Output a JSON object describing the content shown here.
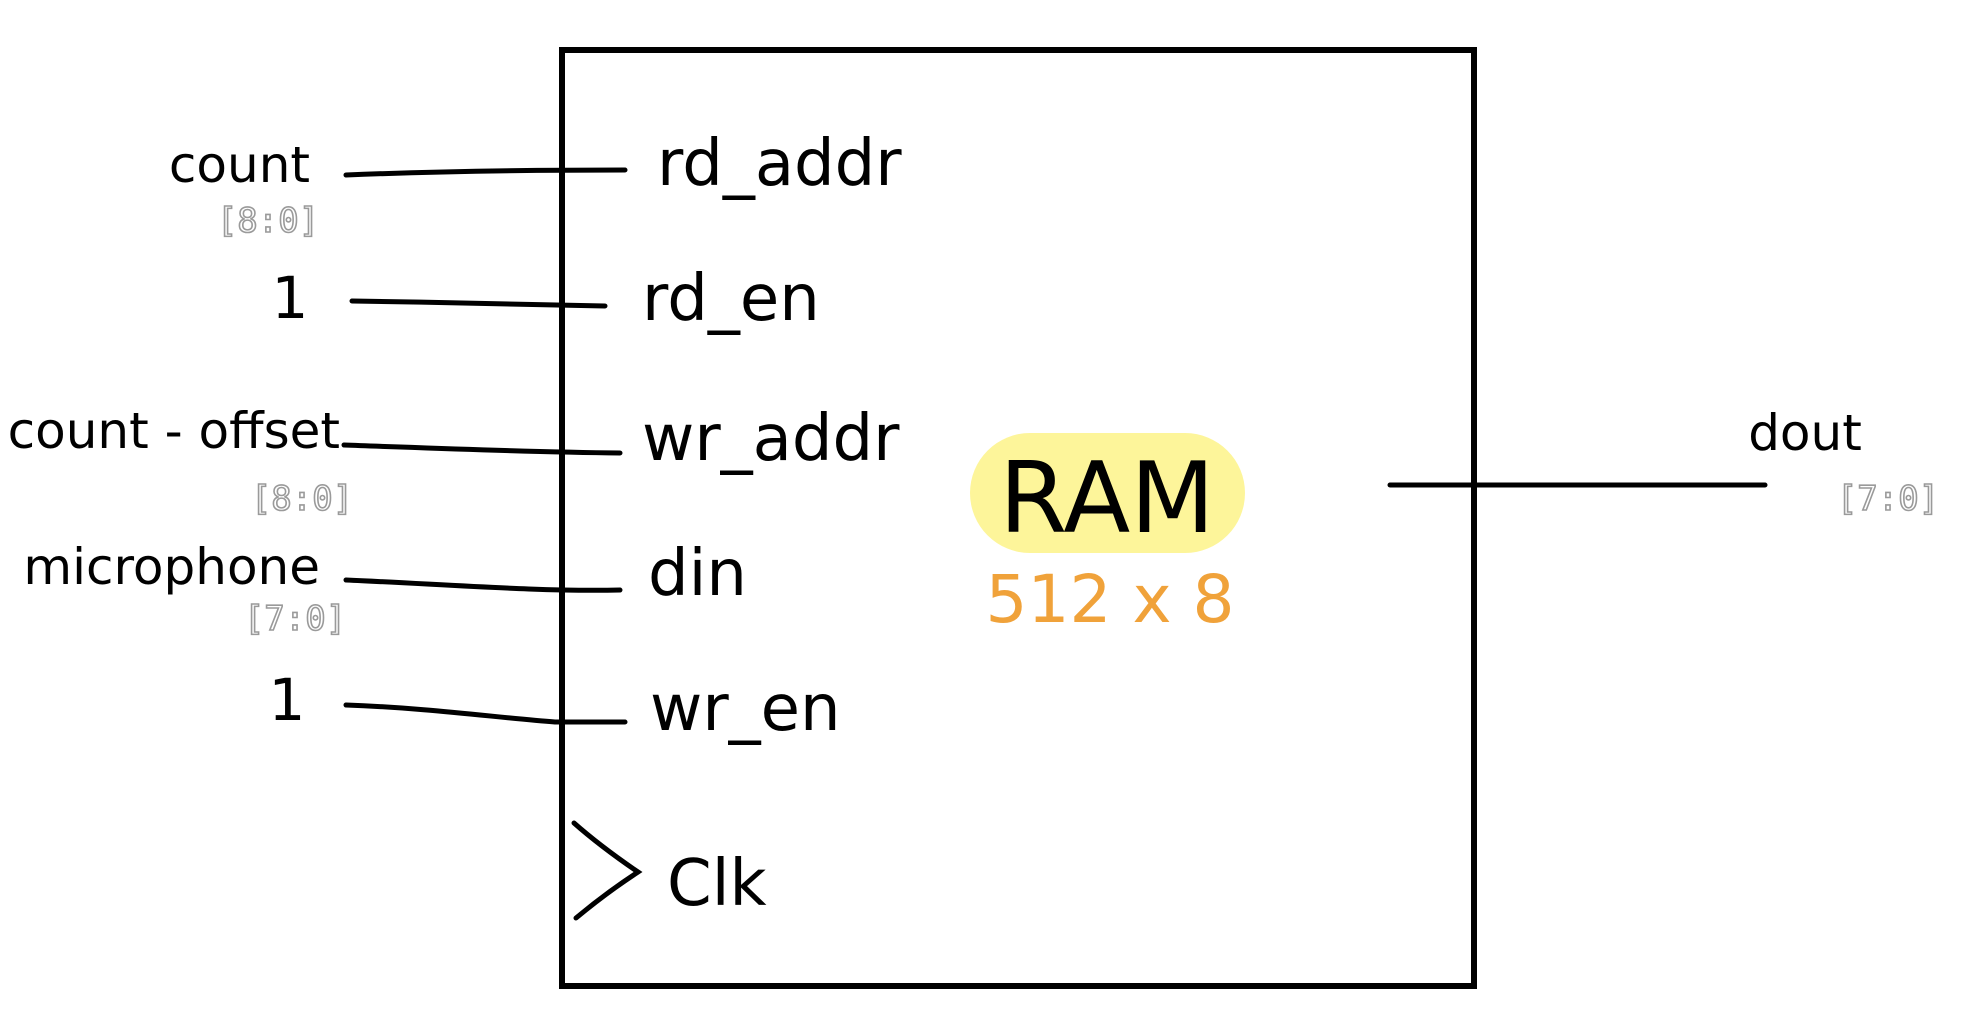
{
  "block": {
    "name": "RAM",
    "size": "512 x 8",
    "highlight_color": "#fdf59a",
    "size_color": "#f0a23a"
  },
  "ports": {
    "rd_addr": "rd_addr",
    "rd_en": "rd_en",
    "wr_addr": "wr_addr",
    "din": "din",
    "wr_en": "wr_en",
    "clk": "Clk",
    "dout": "dout"
  },
  "signals": {
    "count": {
      "name": "count",
      "width": "[8:0]"
    },
    "rd_en_value": "1",
    "count_offset": {
      "name": "count - offset",
      "width": "[8:0]"
    },
    "microphone": {
      "name": "microphone",
      "width": "[7:0]"
    },
    "wr_en_value": "1",
    "dout_width": "[7:0]"
  }
}
